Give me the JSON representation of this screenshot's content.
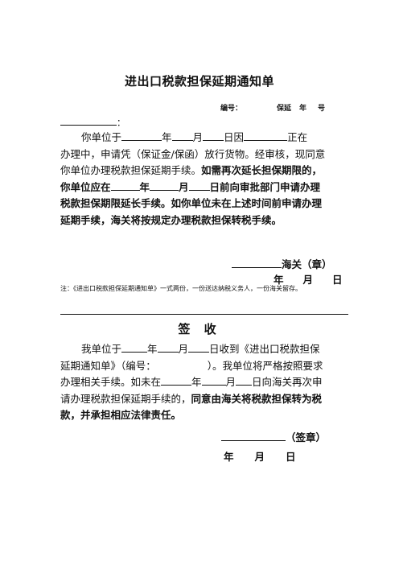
{
  "notice": {
    "title": "进出口税款担保延期通知单",
    "doc_no_label": "编号：",
    "doc_no_word": "保延",
    "doc_no_year": "年",
    "doc_no_num": "号",
    "addressee_suffix": "：",
    "body": {
      "l1_a": "你单位于",
      "l1_year": "年",
      "l1_month": "月",
      "l1_day": "日因",
      "l1_end": "正在",
      "l2": "办理中，申请凭（保证金/保函）放行货物。经审核，现同意",
      "l3_a": "你单位办理税款担保延期手续。",
      "l3_b": "如需再次延长担保期限的，",
      "l4_a": "你单位应在",
      "l4_year": "年",
      "l4_month": "月",
      "l4_end": "日前向审批部门申请办理",
      "l5": "税款担保期限延长手续。如你单位未在上述时间前申请办理",
      "l6": "延期手续，海关将按规定办理税款担保转税手续。"
    },
    "customs_seal": "海关（章）",
    "date_year": "年",
    "date_month": "月",
    "date_day": "日",
    "note": "注：《进出口税款担保延期通知单》一式两份，一份送达纳税义务人，一份海关留存。"
  },
  "receipt": {
    "title": "签 收",
    "body": {
      "l1_a": "我单位于",
      "l1_year": "年",
      "l1_month": "月",
      "l1_end": "日收到《进出口税款担保",
      "l2_a": "延期通知单》（编号：",
      "l2_b": "）。我单位将严格按照要求",
      "l3_a": "办理相关手续。如未在",
      "l3_year": "年",
      "l3_month": "月",
      "l3_end": "日向海关再次申",
      "l4_a": "请办理税款担保延期手续的，",
      "l4_b": "同意由海关将税款担保转为税",
      "l5": "款，并承担相应法律责任。"
    },
    "seal": "（签章）",
    "date_year": "年",
    "date_month": "月",
    "date_day": "日"
  }
}
